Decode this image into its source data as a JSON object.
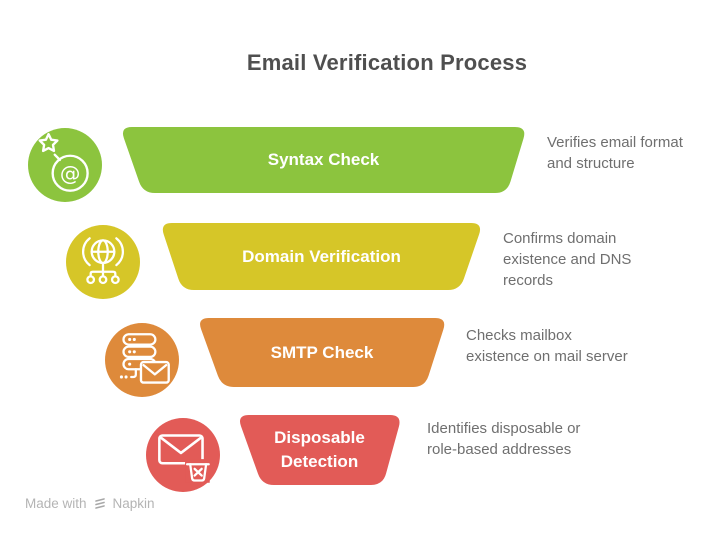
{
  "title": "Email Verification Process",
  "colors": {
    "stage_green": "#8CC43E",
    "stage_yellow": "#D6C628",
    "stage_orange": "#DE8A3B",
    "stage_red": "#E25B57",
    "title_text": "#4F4F4F",
    "description_text": "#6F6F6F",
    "watermark_text": "#B4B4B4"
  },
  "steps": [
    {
      "label": "Syntax Check",
      "description": "Verifies email format\nand structure",
      "color": "#8CC43E",
      "icon": "email-bomb-icon"
    },
    {
      "label": "Domain Verification",
      "description": "Confirms domain\nexistence and DNS\nrecords",
      "color": "#D6C628",
      "icon": "globe-network-icon"
    },
    {
      "label": "SMTP Check",
      "description": "Checks mailbox\nexistence on mail server",
      "color": "#DE8A3B",
      "icon": "server-mail-icon"
    },
    {
      "label": "Disposable\nDetection",
      "description": "Identifies disposable or\nrole-based addresses",
      "color": "#E25B57",
      "icon": "envelope-trash-icon"
    }
  ],
  "watermark": {
    "prefix": "Made with",
    "brand": "Napkin",
    "icon": "napkin-logo-icon"
  }
}
